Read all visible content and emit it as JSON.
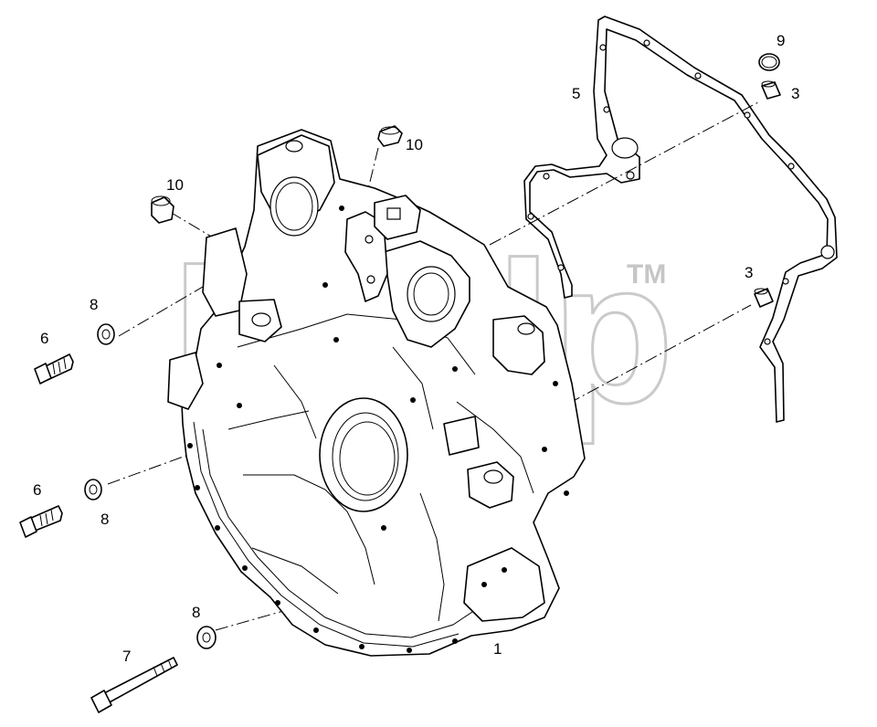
{
  "watermark": {
    "text": "Bildp",
    "trademark": "TM"
  },
  "callouts": {
    "c1": "1",
    "c3a": "3",
    "c3b": "3",
    "c5": "5",
    "c6a": "6",
    "c6b": "6",
    "c7": "7",
    "c8a": "8",
    "c8b": "8",
    "c8c": "8",
    "c9": "9",
    "c10a": "10",
    "c10b": "10"
  }
}
